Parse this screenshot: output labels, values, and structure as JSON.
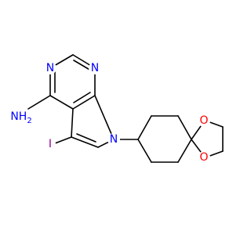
{
  "colors": {
    "bond": "#000000",
    "nitrogen": "#0000ff",
    "oxygen": "#ff0000",
    "iodine": "#940094",
    "background": "#ffffff"
  },
  "atoms": {
    "n_pyrimidine_top": "N",
    "n_pyrimidine_bottom": "N",
    "n_pyrrole": "N",
    "amine": "NH",
    "amine_h_count": "2",
    "iodine": "I",
    "o_top": "O",
    "o_bottom": "O"
  }
}
